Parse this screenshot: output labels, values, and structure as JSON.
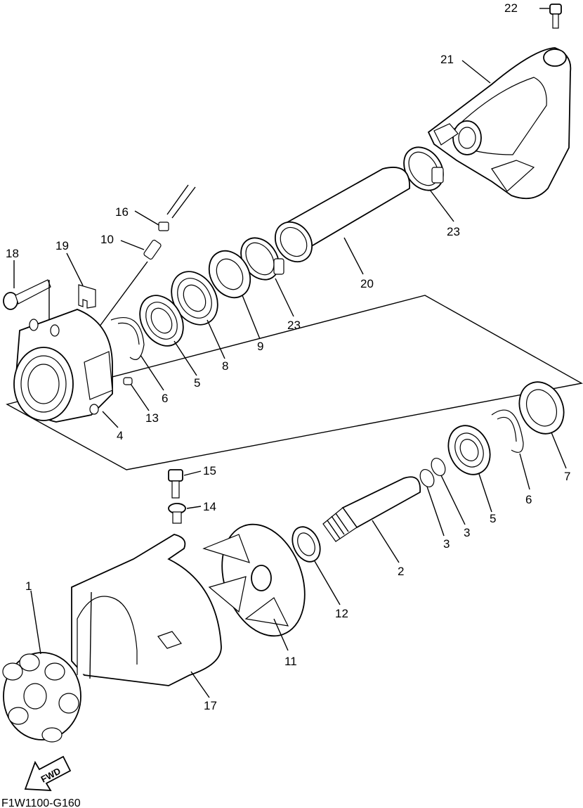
{
  "diagram": {
    "code": "F1W1100-G160",
    "direction_label": "FWD",
    "callouts": [
      {
        "label": "22"
      },
      {
        "label": "21"
      },
      {
        "label": "16"
      },
      {
        "label": "10"
      },
      {
        "label": "19"
      },
      {
        "label": "18"
      },
      {
        "label": "23"
      },
      {
        "label": "20"
      },
      {
        "label": "9"
      },
      {
        "label": "23"
      },
      {
        "label": "8"
      },
      {
        "label": "5"
      },
      {
        "label": "6"
      },
      {
        "label": "13"
      },
      {
        "label": "4"
      },
      {
        "label": "15"
      },
      {
        "label": "14"
      },
      {
        "label": "7"
      },
      {
        "label": "6"
      },
      {
        "label": "5"
      },
      {
        "label": "3"
      },
      {
        "label": "3"
      },
      {
        "label": "2"
      },
      {
        "label": "12"
      },
      {
        "label": "1"
      },
      {
        "label": "11"
      },
      {
        "label": "17"
      }
    ]
  }
}
